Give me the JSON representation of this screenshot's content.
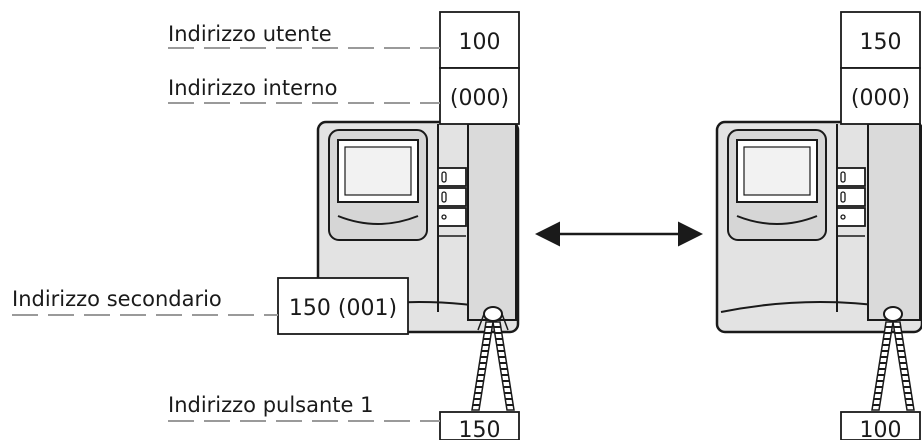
{
  "labels": {
    "user_address": "Indirizzo utente",
    "internal_address": "Indirizzo interno",
    "secondary_address": "Indirizzo secondario",
    "button_address": "Indirizzo pulsante 1"
  },
  "left_unit": {
    "user_address": "100",
    "internal_address": "(000)",
    "secondary_address": "150 (001)",
    "button_address": "150"
  },
  "right_unit": {
    "user_address": "150",
    "internal_address": "(000)",
    "button_address": "100"
  },
  "colors": {
    "device_fill": "#e3e3e3",
    "device_stroke": "#1a1a1a",
    "leader_line": "#9a9a9a",
    "box_stroke": "#1a1a1a"
  }
}
